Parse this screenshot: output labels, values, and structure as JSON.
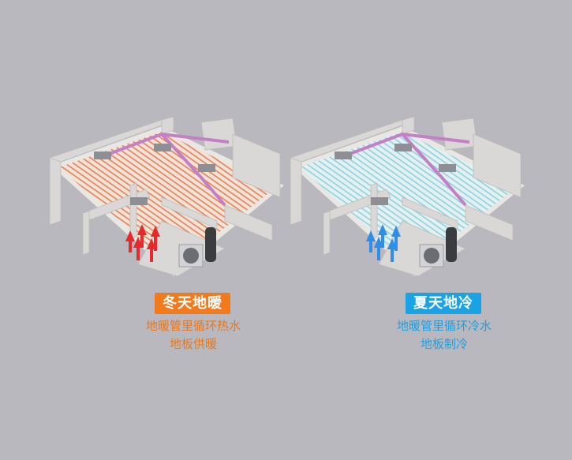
{
  "panels": [
    {
      "id": "winter",
      "badge": "冬天地暖",
      "line1": "地暖管里循环热水",
      "line2": "地板供暖",
      "accent": "#f07a1c",
      "text_color": "#e8781e",
      "pipe_color": "#e0805a",
      "arrow_color": "#e8282a"
    },
    {
      "id": "summer",
      "badge": "夏天地冷",
      "line1": "地暖管里循环冷水",
      "line2": "地板制冷",
      "accent": "#1aa3e4",
      "text_color": "#1f9ee0",
      "pipe_color": "#8fd0dc",
      "arrow_color": "#2f8ee8"
    }
  ]
}
